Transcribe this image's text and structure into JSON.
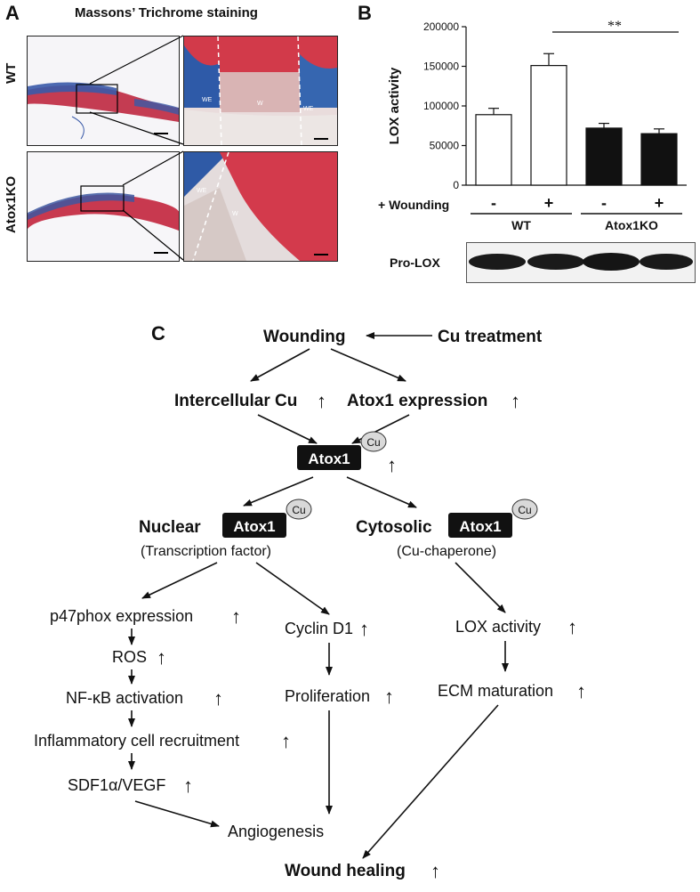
{
  "panel_a": {
    "letter": "A",
    "title": "Massons’ Trichrome staining",
    "row_labels": [
      "WT",
      "Atox1KO"
    ],
    "wt_zoom_labels": [
      "WE",
      "W",
      "WE"
    ],
    "ko_zoom_labels": [
      "WE",
      "W"
    ]
  },
  "panel_b": {
    "letter": "B",
    "significance": "**",
    "wounding_label": "+ Wounding",
    "group_labels": [
      "WT",
      "Atox1KO"
    ],
    "blot_label": "Pro-LOX",
    "colors": {
      "wt": "#ffffff",
      "ko": "#111111"
    }
  },
  "chart_data": {
    "type": "bar",
    "categories": [
      "-",
      "+",
      "-",
      "+"
    ],
    "values": [
      89000,
      151000,
      72000,
      65000
    ],
    "errors": [
      8000,
      15000,
      6000,
      6000
    ],
    "groups": [
      "WT",
      "WT",
      "Atox1KO",
      "Atox1KO"
    ],
    "ylabel": "LOX activity",
    "ylim": [
      0,
      200000
    ],
    "yticks": [
      0,
      50000,
      100000,
      150000,
      200000
    ],
    "ytick_labels": [
      "0",
      "50000",
      "100000",
      "150000",
      "200000"
    ],
    "grid": false
  },
  "panel_c": {
    "letter": "C",
    "nodes": {
      "wounding": "Wounding",
      "cu_treatment": "Cu treatment",
      "intercellular_cu": "Intercellular Cu",
      "atox1_expression": "Atox1 expression",
      "atox1_box": "Atox1",
      "cu_tag": "Cu",
      "nuclear": "Nuclear",
      "cytosolic": "Cytosolic",
      "transcription_factor": "(Transcription factor)",
      "cu_chaperone": "(Cu-chaperone)",
      "p47phox": "p47phox expression",
      "ros": "ROS",
      "nfkb": "NF-κB activation",
      "inflammatory": "Inflammatory cell recruitment",
      "sdf1": "SDF1α/VEGF",
      "cyclin": "Cyclin D1",
      "proliferation": "Proliferation",
      "lox_activity": "LOX activity",
      "ecm": "ECM maturation",
      "angiogenesis": "Angiogenesis",
      "wound_healing": "Wound healing"
    },
    "up_arrow": "↑"
  }
}
